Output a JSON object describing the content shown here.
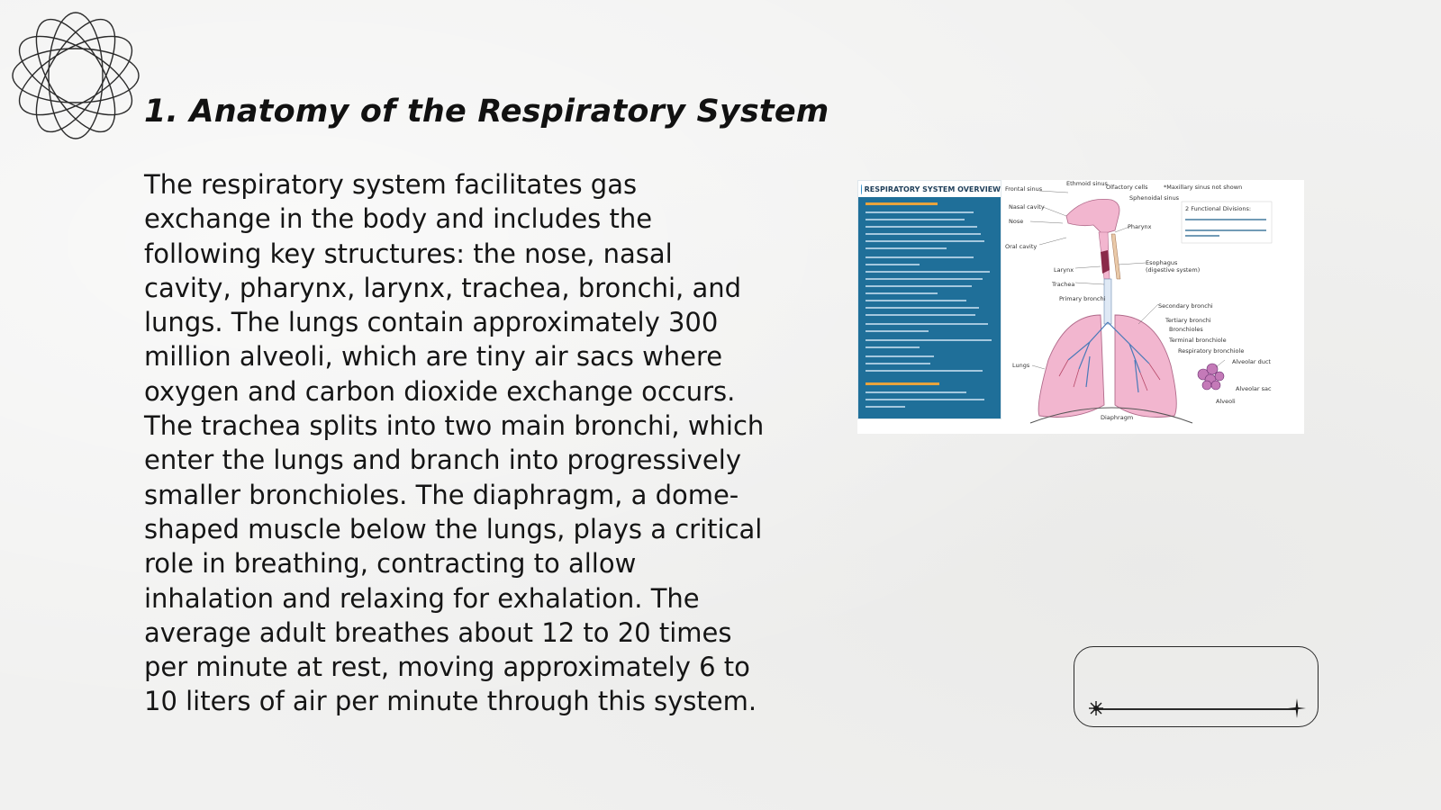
{
  "slide": {
    "title": "1. Anatomy of the Respiratory System",
    "body": "The respiratory system facilitates gas exchange in the body and includes the following key structures: the nose, nasal cavity, pharynx, larynx, trachea, bronchi, and lungs. The lungs contain approximately 300 million alveoli, which are tiny air sacs where oxygen and carbon dioxide exchange occurs. The trachea splits into two main bronchi, which enter the lungs and branch into progressively smaller bronchioles. The diaphragm, a dome-shaped muscle below the lungs, plays a critical role in breathing, contracting to allow inhalation and relaxing for exhalation. The average adult breathes about 12 to 20 times per minute at rest, moving approximately 6 to 10 liters of air per minute through this system."
  },
  "figure": {
    "panel_title": "RESPIRATORY SYSTEM OVERVIEW",
    "labels": {
      "frontal_sinus": "Frontal sinus",
      "ethmoid_sinus": "Ethmoid sinus",
      "olfactory_cells": "Olfactory cells",
      "maxillary_note": "*Maxillary sinus not shown",
      "sphenoidal_sinus": "Sphenoidal sinus",
      "nasal_cavity": "Nasal cavity",
      "nose": "Nose",
      "pharynx": "Pharynx",
      "oral_cavity": "Oral cavity",
      "larynx": "Larynx",
      "esophagus": "Esophagus",
      "digestive": "(digestive system)",
      "trachea": "Trachea",
      "primary_bronchi": "Primary bronchi",
      "secondary_bronchi": "Secondary bronchi",
      "tertiary_bronchi": "Tertiary bronchi",
      "bronchioles": "Bronchioles",
      "terminal_bronchiole": "Terminal bronchiole",
      "respiratory_bronchiole": "Respiratory bronchiole",
      "alveolar_duct": "Alveolar duct",
      "alveolar_sac": "Alveolar sac",
      "alveoli": "Alveoli",
      "lungs": "Lungs",
      "diaphragm": "Diaphragm",
      "functional_divisions": "2 Functional Divisions:"
    }
  },
  "colors": {
    "panel_blue": "#1f6f99",
    "lung_pink": "#f2b6cf",
    "accent_orange": "#e8a33d"
  },
  "icons": {
    "logo": "interlocking-rings-icon",
    "nav_start": "starburst-icon",
    "nav_end": "sparkle-icon"
  }
}
